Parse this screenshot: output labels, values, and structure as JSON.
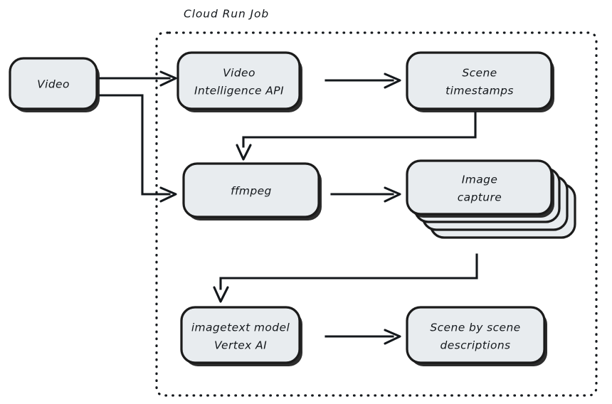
{
  "diagram": {
    "title": "Cloud Run Job",
    "container": {
      "label": "Cloud Run Job",
      "style": "dotted-rounded-rectangle",
      "name": "cloud-run-job-boundary"
    },
    "colors": {
      "node_fill": "#e8ecef",
      "node_stroke": "#1b1b1b",
      "edge": "#14181c",
      "text": "#14181c",
      "background": "#ffffff"
    },
    "nodes": [
      {
        "id": "video",
        "lines": [
          "Video"
        ],
        "shape": "rounded-rect",
        "inside_container": false
      },
      {
        "id": "video-intelligence-api",
        "lines": [
          "Video",
          "Intelligence API"
        ],
        "shape": "rounded-rect",
        "inside_container": true
      },
      {
        "id": "scene-timestamps",
        "lines": [
          "Scene",
          "timestamps"
        ],
        "shape": "rounded-rect",
        "inside_container": true
      },
      {
        "id": "ffmpeg",
        "lines": [
          "ffmpeg"
        ],
        "shape": "rounded-rect",
        "inside_container": true
      },
      {
        "id": "image-capture",
        "lines": [
          "Image",
          "capture"
        ],
        "shape": "stacked-rounded-rect",
        "stack_count": 4,
        "inside_container": true
      },
      {
        "id": "imagetext-model",
        "lines": [
          "imagetext model",
          "Vertex AI"
        ],
        "shape": "rounded-rect",
        "inside_container": true
      },
      {
        "id": "scene-descriptions",
        "lines": [
          "Scene by scene",
          "descriptions"
        ],
        "shape": "rounded-rect",
        "inside_container": true
      }
    ],
    "edges": [
      {
        "id": "video-to-vi-api",
        "from": "video",
        "to": "video-intelligence-api",
        "style": "straight-arrow"
      },
      {
        "id": "video-to-ffmpeg",
        "from": "video",
        "to": "ffmpeg",
        "style": "elbow-arrow"
      },
      {
        "id": "vi-api-to-timestamps",
        "from": "video-intelligence-api",
        "to": "scene-timestamps",
        "style": "straight-arrow"
      },
      {
        "id": "timestamps-to-ffmpeg",
        "from": "scene-timestamps",
        "to": "ffmpeg",
        "style": "elbow-arrow"
      },
      {
        "id": "ffmpeg-to-image-capture",
        "from": "ffmpeg",
        "to": "image-capture",
        "style": "straight-arrow"
      },
      {
        "id": "image-capture-to-imagetext",
        "from": "image-capture",
        "to": "imagetext-model",
        "style": "elbow-arrow"
      },
      {
        "id": "imagetext-to-descriptions",
        "from": "imagetext-model",
        "to": "scene-descriptions",
        "style": "straight-arrow"
      }
    ]
  }
}
